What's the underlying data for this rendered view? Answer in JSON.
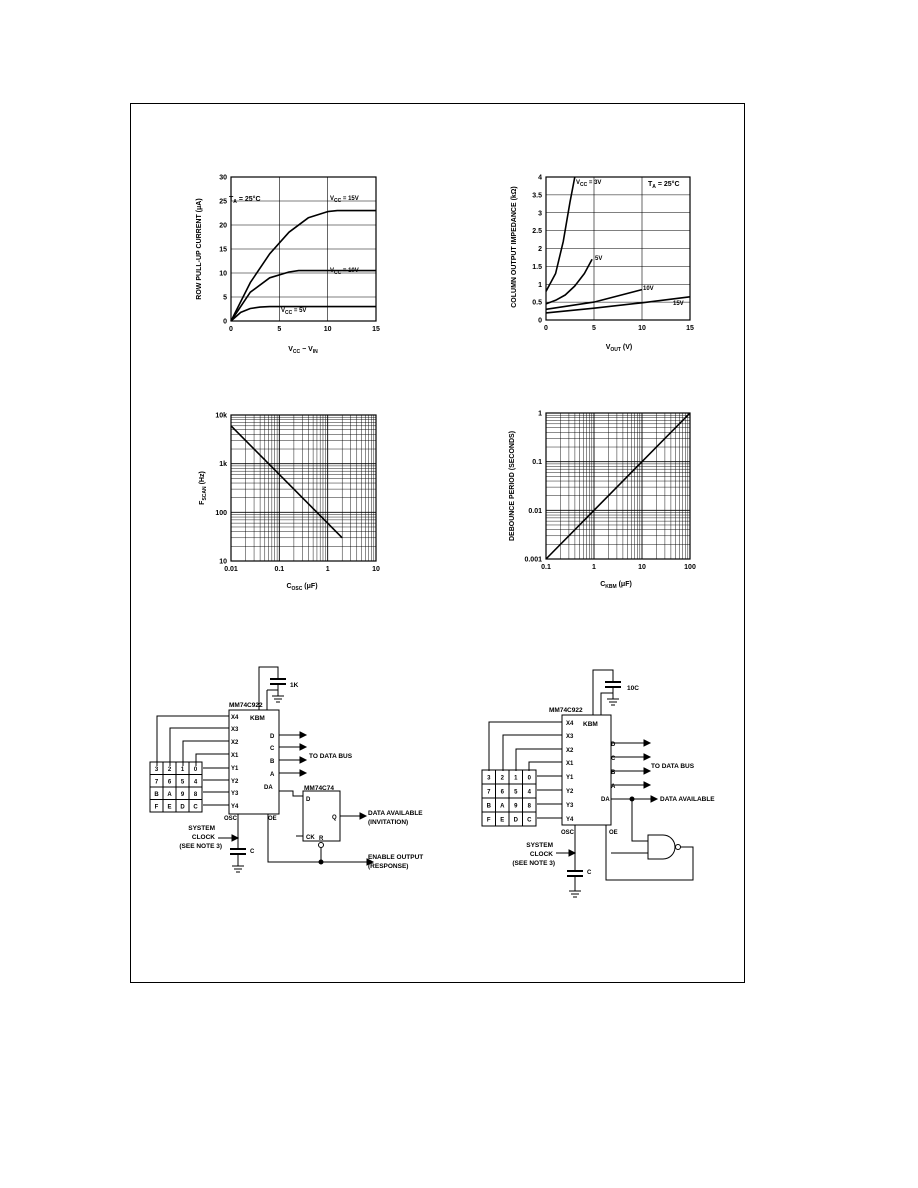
{
  "charts": [
    {
      "type": "line",
      "ylabel": "ROW PULL-UP CURRENT (μA)",
      "xlabel": "V",
      "xlabel_sub": "CC",
      "xlabel_tail": " − V",
      "xlabel_sub2": "IN",
      "annotation": "T",
      "annotation_sub": "A",
      "annotation_tail": " = 25°C",
      "xlim": [
        0,
        15
      ],
      "ylim": [
        0,
        30
      ],
      "xticks": [
        "0",
        "5",
        "10",
        "15"
      ],
      "yticks": [
        "0",
        "5",
        "10",
        "15",
        "20",
        "25",
        "30"
      ],
      "series_labels": [
        {
          "pre": "V",
          "sub": "CC",
          "post": " = 15V"
        },
        {
          "pre": "V",
          "sub": "CC",
          "post": " = 10V"
        },
        {
          "pre": "V",
          "sub": "CC",
          "post": " = 5V"
        }
      ]
    },
    {
      "type": "line",
      "ylabel": "COLUMN OUTPUT IMPEDANCE (kΩ)",
      "xlabel": "V",
      "xlabel_sub": "OUT",
      "xlabel_tail": " (V)",
      "annotation": "T",
      "annotation_sub": "A",
      "annotation_tail": " = 25°C",
      "xlim": [
        0,
        15
      ],
      "ylim": [
        0,
        4
      ],
      "xticks": [
        "0",
        "5",
        "10",
        "15"
      ],
      "yticks": [
        "0",
        "0.5",
        "1",
        "1.5",
        "2",
        "2.5",
        "3",
        "3.5",
        "4"
      ],
      "series_labels": [
        {
          "pre": "V",
          "sub": "CC",
          "post": " = 3V"
        },
        {
          "pre": "",
          "sub": "",
          "post": "5V"
        },
        {
          "pre": "",
          "sub": "",
          "post": "10V"
        },
        {
          "pre": "",
          "sub": "",
          "post": "15V"
        }
      ]
    },
    {
      "type": "line",
      "ylabel": "F",
      "ylabel_sub": "SCAN",
      "ylabel_tail": " (Hz)",
      "xlabel": "C",
      "xlabel_sub": "OSC",
      "xlabel_tail": " (μF)",
      "xscale": "log",
      "yscale": "log",
      "xlim": [
        0.01,
        10
      ],
      "ylim": [
        10,
        10000
      ],
      "xticks": [
        "0.01",
        "0.1",
        "1",
        "10"
      ],
      "yticks": [
        "10",
        "100",
        "1k",
        "10k"
      ]
    },
    {
      "type": "line",
      "ylabel": "DEBOUNCE PERIOD (SECONDS)",
      "xlabel": "C",
      "xlabel_sub": "KBM",
      "xlabel_tail": " (μF)",
      "xscale": "log",
      "yscale": "log",
      "xlim": [
        0.1,
        100
      ],
      "ylim": [
        0.001,
        1
      ],
      "xticks": [
        "0.1",
        "1",
        "10",
        "100"
      ],
      "yticks": [
        "0.001",
        "0.01",
        "0.1",
        "1"
      ]
    }
  ],
  "chart_data": [
    {
      "type": "line",
      "xlim": [
        0,
        15
      ],
      "ylim": [
        0,
        30
      ],
      "series": [
        {
          "x": [
            0,
            2,
            4,
            6,
            8,
            10,
            11,
            12,
            15
          ],
          "y": [
            0,
            8,
            14,
            18.5,
            21.5,
            22.8,
            23,
            23,
            23
          ]
        },
        {
          "x": [
            0,
            2,
            4,
            6,
            7,
            8,
            10,
            15
          ],
          "y": [
            0,
            6,
            9,
            10.2,
            10.5,
            10.5,
            10.5,
            10.5
          ]
        },
        {
          "x": [
            0,
            1,
            2,
            3,
            4,
            5,
            15
          ],
          "y": [
            0,
            1.8,
            2.6,
            2.9,
            3,
            3,
            3
          ]
        }
      ]
    },
    {
      "type": "line",
      "xlim": [
        0,
        15
      ],
      "ylim": [
        0,
        4
      ],
      "series": [
        {
          "x": [
            0,
            1,
            1.8,
            2.5,
            3
          ],
          "y": [
            0.8,
            1.3,
            2.2,
            3.3,
            4
          ]
        },
        {
          "x": [
            0,
            1,
            2,
            3,
            4,
            4.8
          ],
          "y": [
            0.45,
            0.55,
            0.7,
            0.95,
            1.3,
            1.7
          ]
        },
        {
          "x": [
            0,
            5,
            10
          ],
          "y": [
            0.3,
            0.5,
            0.85
          ]
        },
        {
          "x": [
            0,
            5,
            10,
            15
          ],
          "y": [
            0.2,
            0.33,
            0.48,
            0.65
          ]
        }
      ]
    },
    {
      "type": "line",
      "xscale": "log",
      "yscale": "log",
      "xlim": [
        0.01,
        10
      ],
      "ylim": [
        10,
        10000
      ],
      "series": [
        {
          "x": [
            0.01,
            2
          ],
          "y": [
            6000,
            30
          ]
        }
      ]
    },
    {
      "type": "line",
      "xscale": "log",
      "yscale": "log",
      "xlim": [
        0.1,
        100
      ],
      "ylim": [
        0.001,
        1
      ],
      "series": [
        {
          "x": [
            0.1,
            100
          ],
          "y": [
            0.001,
            1
          ]
        }
      ]
    }
  ],
  "circuit_left": {
    "chip": "MM74C922",
    "chip_pins_left": [
      "X4",
      "X3",
      "X2",
      "X1",
      "Y1",
      "Y2",
      "Y3",
      "Y4"
    ],
    "kbm": "KBM",
    "outputs": [
      "D",
      "C",
      "B",
      "A"
    ],
    "da": "DA",
    "osc": "OSC",
    "oe": "OE",
    "cap_value": "1K",
    "cap_c": "C",
    "bus": "TO DATA BUS",
    "flipflop": "MM74C74",
    "ff_d": "D",
    "ff_q": "Q",
    "ff_ck": "CK",
    "ff_r": "R",
    "data_available": "DATA AVAILABLE",
    "invitation": "(INVITATION)",
    "enable_output": "ENABLE OUTPUT",
    "response": "(RESPONSE)",
    "system": "SYSTEM",
    "clock": "CLOCK",
    "see_note": "(SEE NOTE 3)",
    "keys": [
      [
        "3",
        "2",
        "1",
        "0"
      ],
      [
        "7",
        "6",
        "5",
        "4"
      ],
      [
        "B",
        "A",
        "9",
        "8"
      ],
      [
        "F",
        "E",
        "D",
        "C"
      ]
    ]
  },
  "circuit_right": {
    "chip": "MM74C922",
    "chip_pins_left": [
      "X4",
      "X3",
      "X2",
      "X1",
      "Y1",
      "Y2",
      "Y3",
      "Y4"
    ],
    "kbm": "KBM",
    "outputs": [
      "D",
      "C",
      "B",
      "A"
    ],
    "da": "DA",
    "osc": "OSC",
    "oe": "OE",
    "cap_value": "10C",
    "cap_c": "C",
    "bus": "TO DATA BUS",
    "data_available": "DATA AVAILABLE",
    "system": "SYSTEM",
    "clock": "CLOCK",
    "see_note": "(SEE NOTE 3)",
    "keys": [
      [
        "3",
        "2",
        "1",
        "0"
      ],
      [
        "7",
        "6",
        "5",
        "4"
      ],
      [
        "B",
        "A",
        "9",
        "8"
      ],
      [
        "F",
        "E",
        "D",
        "C"
      ]
    ]
  }
}
